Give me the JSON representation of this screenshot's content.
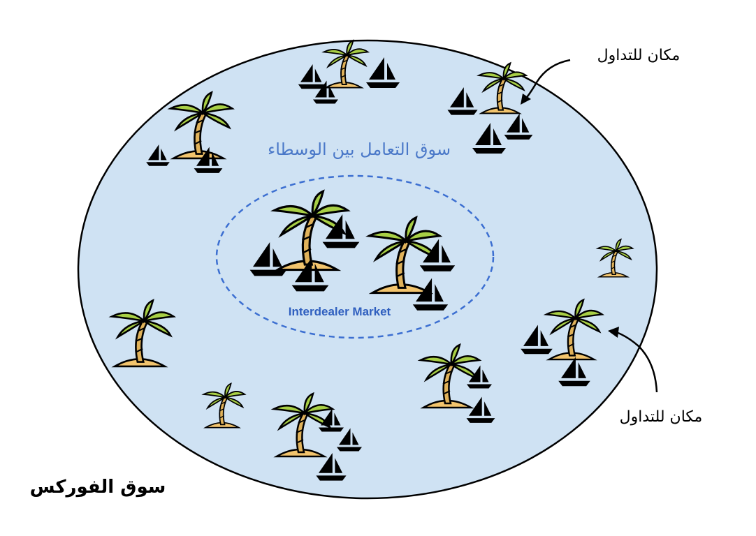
{
  "labels": {
    "forex_market": "سوق الفوركس",
    "interdealer_ar": "سوق التعامل بين الوسطاء",
    "interdealer_en": "Interdealer Market",
    "trading_venue_top": "مكان للتداول",
    "trading_venue_bottom": "مكان للتداول"
  },
  "colors": {
    "outer_fill": "#cfe2f3",
    "outer_stroke": "#000000",
    "inner_dash": "#3c6fd1",
    "interdealer_text": "#4a78c8",
    "interdealer_en_text": "#2f5fbf",
    "sand": "#f2c46d",
    "leaf": "#a8cf45",
    "trunk": "#e0b25a",
    "outline": "#000000"
  },
  "icons": {
    "island": "palm-island-icon",
    "boat": "sailboat-icon"
  }
}
